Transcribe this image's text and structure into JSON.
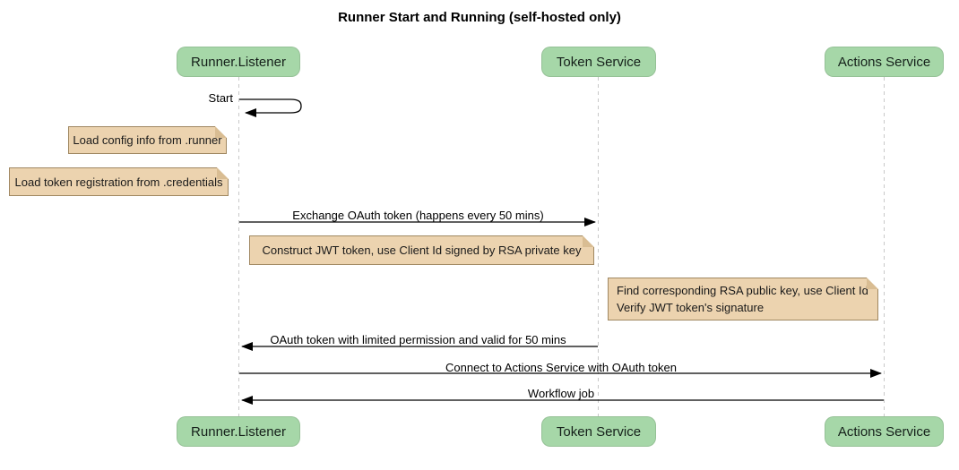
{
  "diagram": {
    "title": "Runner Start and Running (self-hosted only)"
  },
  "participants": [
    {
      "name": "Runner.Listener"
    },
    {
      "name": "Token Service"
    },
    {
      "name": "Actions Service"
    }
  ],
  "messages": {
    "start": "Start",
    "exchange": "Exchange OAuth token (happens every 50 mins)",
    "oauth_return": "OAuth token with limited permission and valid for 50 mins",
    "connect": "Connect to Actions Service with OAuth token",
    "workflow": "Workflow job"
  },
  "notes": {
    "load_config": "Load config info from .runner",
    "load_token": "Load token registration from .credentials",
    "construct_jwt": "Construct JWT token, use Client Id signed by RSA private key",
    "find_rsa_line1": "Find corresponding RSA public key, use Client Id",
    "find_rsa_line2": "Verify JWT token's signature"
  },
  "colors": {
    "participant_fill": "#a6d7a8",
    "note_fill": "#ecd3af",
    "note_border": "#a08862",
    "note_fold": "#d9bd93",
    "lifeline": "#c8c8c8",
    "arrow": "#000000"
  }
}
